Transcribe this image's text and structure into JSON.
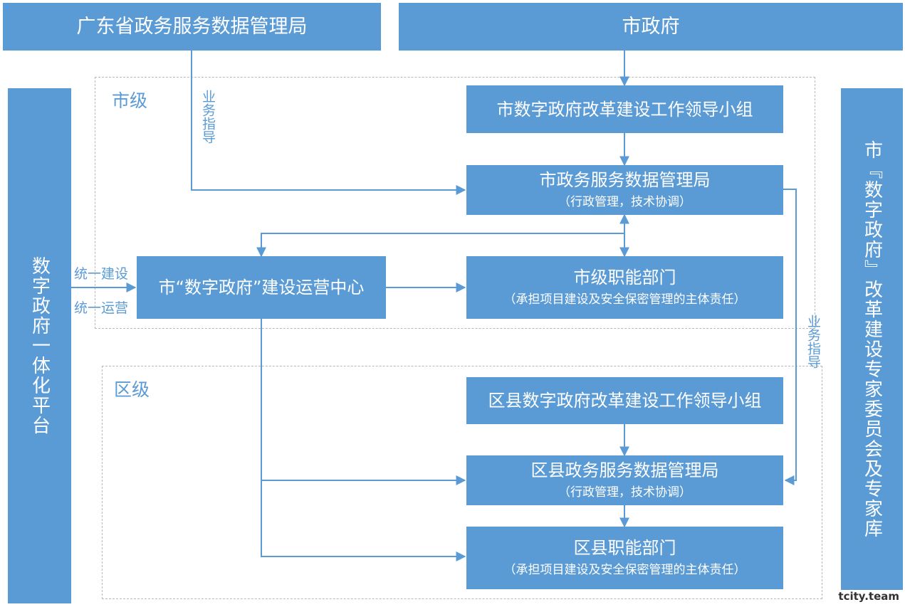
{
  "top": {
    "province_bureau": "广东省政务服务数据管理局",
    "city_government": "市政府"
  },
  "sides": {
    "left_platform": "数字政府一体化平台",
    "right_committee": "市『数字政府』改革建设专家委员会及专家库"
  },
  "regions": {
    "city_label": "市级",
    "district_label": "区级"
  },
  "city": {
    "leading_group": "市数字政府改革建设工作领导小组",
    "bureau_title": "市政务服务数据管理局",
    "bureau_note": "（行政管理，技术协调）",
    "ops_center": "市“数字政府”建设运营中心",
    "departments_title": "市级职能部门",
    "departments_note": "（承担项目建设及安全保密管理的主体责任）"
  },
  "district": {
    "leading_group": "区县数字政府改革建设工作领导小组",
    "bureau_title": "区县政务服务数据管理局",
    "bureau_note": "（行政管理，技术协调）",
    "departments_title": "区县职能部门",
    "departments_note": "（承担项目建设及安全保密管理的主体责任）"
  },
  "edge_labels": {
    "business_guidance_top": "业务指导",
    "business_guidance_right": "业务指导",
    "unified_build": "统一建设",
    "unified_operate": "统一运营"
  },
  "watermark": "tcity.team",
  "colors": {
    "box_fill": "#5b9bd5",
    "box_text": "#ffffff",
    "line": "#5b9bd5",
    "region_border": "#b8b8b8"
  }
}
